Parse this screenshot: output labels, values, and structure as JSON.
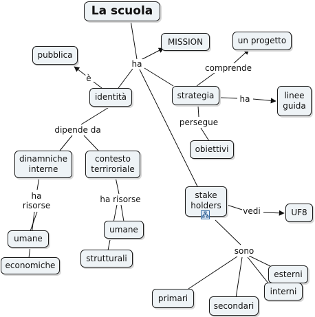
{
  "nodes": {
    "root": "La scuola",
    "mission": "MISSION",
    "un_progetto": "un progetto",
    "pubblica": "pubblica",
    "identita": "identità",
    "strategia": "strategia",
    "linee_guida": "linee\nguida",
    "obiettivi": "obiettivi",
    "dinamiche_interne": "dinamniche\ninterne",
    "contesto_territoriale": "contesto\nterriroriale",
    "stake_holders": "stake\nholders",
    "uf8": "UF8",
    "umane_1": "umane",
    "economiche": "economiche",
    "umane_2": "umane",
    "strutturali": "strutturali",
    "esterni": "esterni",
    "interni": "interni",
    "primari": "primari",
    "secondari": "secondari"
  },
  "labels": {
    "ha_root": "ha",
    "e": "è",
    "comprende": "comprende",
    "ha_strategia": "ha",
    "persegue": "persegue",
    "dipende_da": "dipende da",
    "ha_risorse_left": "ha\nrisorse",
    "ha_risorse_right": "ha risorse",
    "vedi": "vedi",
    "sono": "sono"
  },
  "icons": {
    "stake_holders": "hierarchy-icon"
  }
}
